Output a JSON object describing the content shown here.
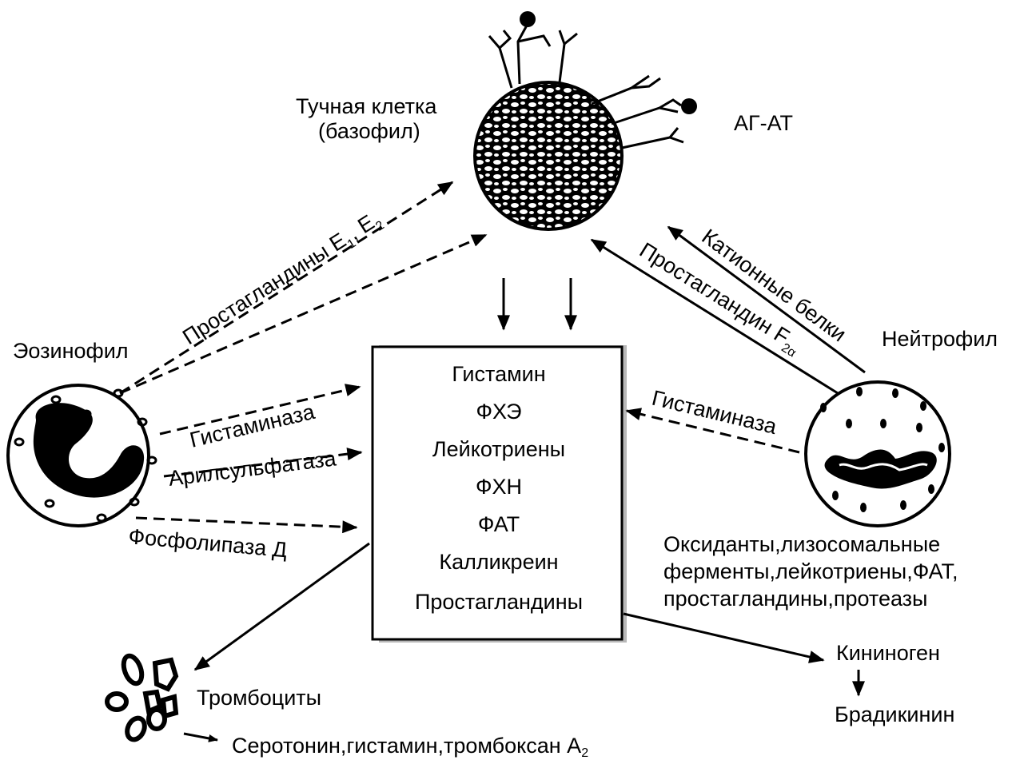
{
  "cells": {
    "mast_cell_line1": "Тучная клетка",
    "mast_cell_line2": "(базофил)",
    "antigen_antibody": "АГ-АТ",
    "eosinophil": "Эозинофил",
    "neutrophil": "Нейтрофил",
    "platelets": "Тромбоциты"
  },
  "mediators_box": {
    "items": [
      "Гистамин",
      "ФХЭ",
      "Лейкотриены",
      "ФХН",
      "ФАТ",
      "Калликреин",
      "Простагландины"
    ]
  },
  "eosinophil_arrows": {
    "prostaglandins_main": "Простагландины E",
    "prostaglandins_sub1": "1",
    "prostaglandins_sep": ", E",
    "prostaglandins_sub2": "2",
    "histaminase": "Гистаминаза",
    "arylsulfatase": "Арилсульфатаза",
    "phospholipase": "Фосфолипаза Д"
  },
  "neutrophil_arrows": {
    "cationic_proteins": "Катионные белки",
    "prostaglandin_main": "Простагландин F",
    "prostaglandin_sub": "2α",
    "histaminase": "Гистаминаза",
    "products_line1": "Оксиданты,лизосомальные",
    "products_line2": "ферменты,лейкотриены,ФАТ,",
    "products_line3": "простагландины,протеазы"
  },
  "kinin_pathway": {
    "kininogen": "Кининоген",
    "bradykinin": "Брадикинин"
  },
  "platelet_products": {
    "main": "Серотонин,гистамин,тромбоксан А",
    "sub": "2"
  }
}
